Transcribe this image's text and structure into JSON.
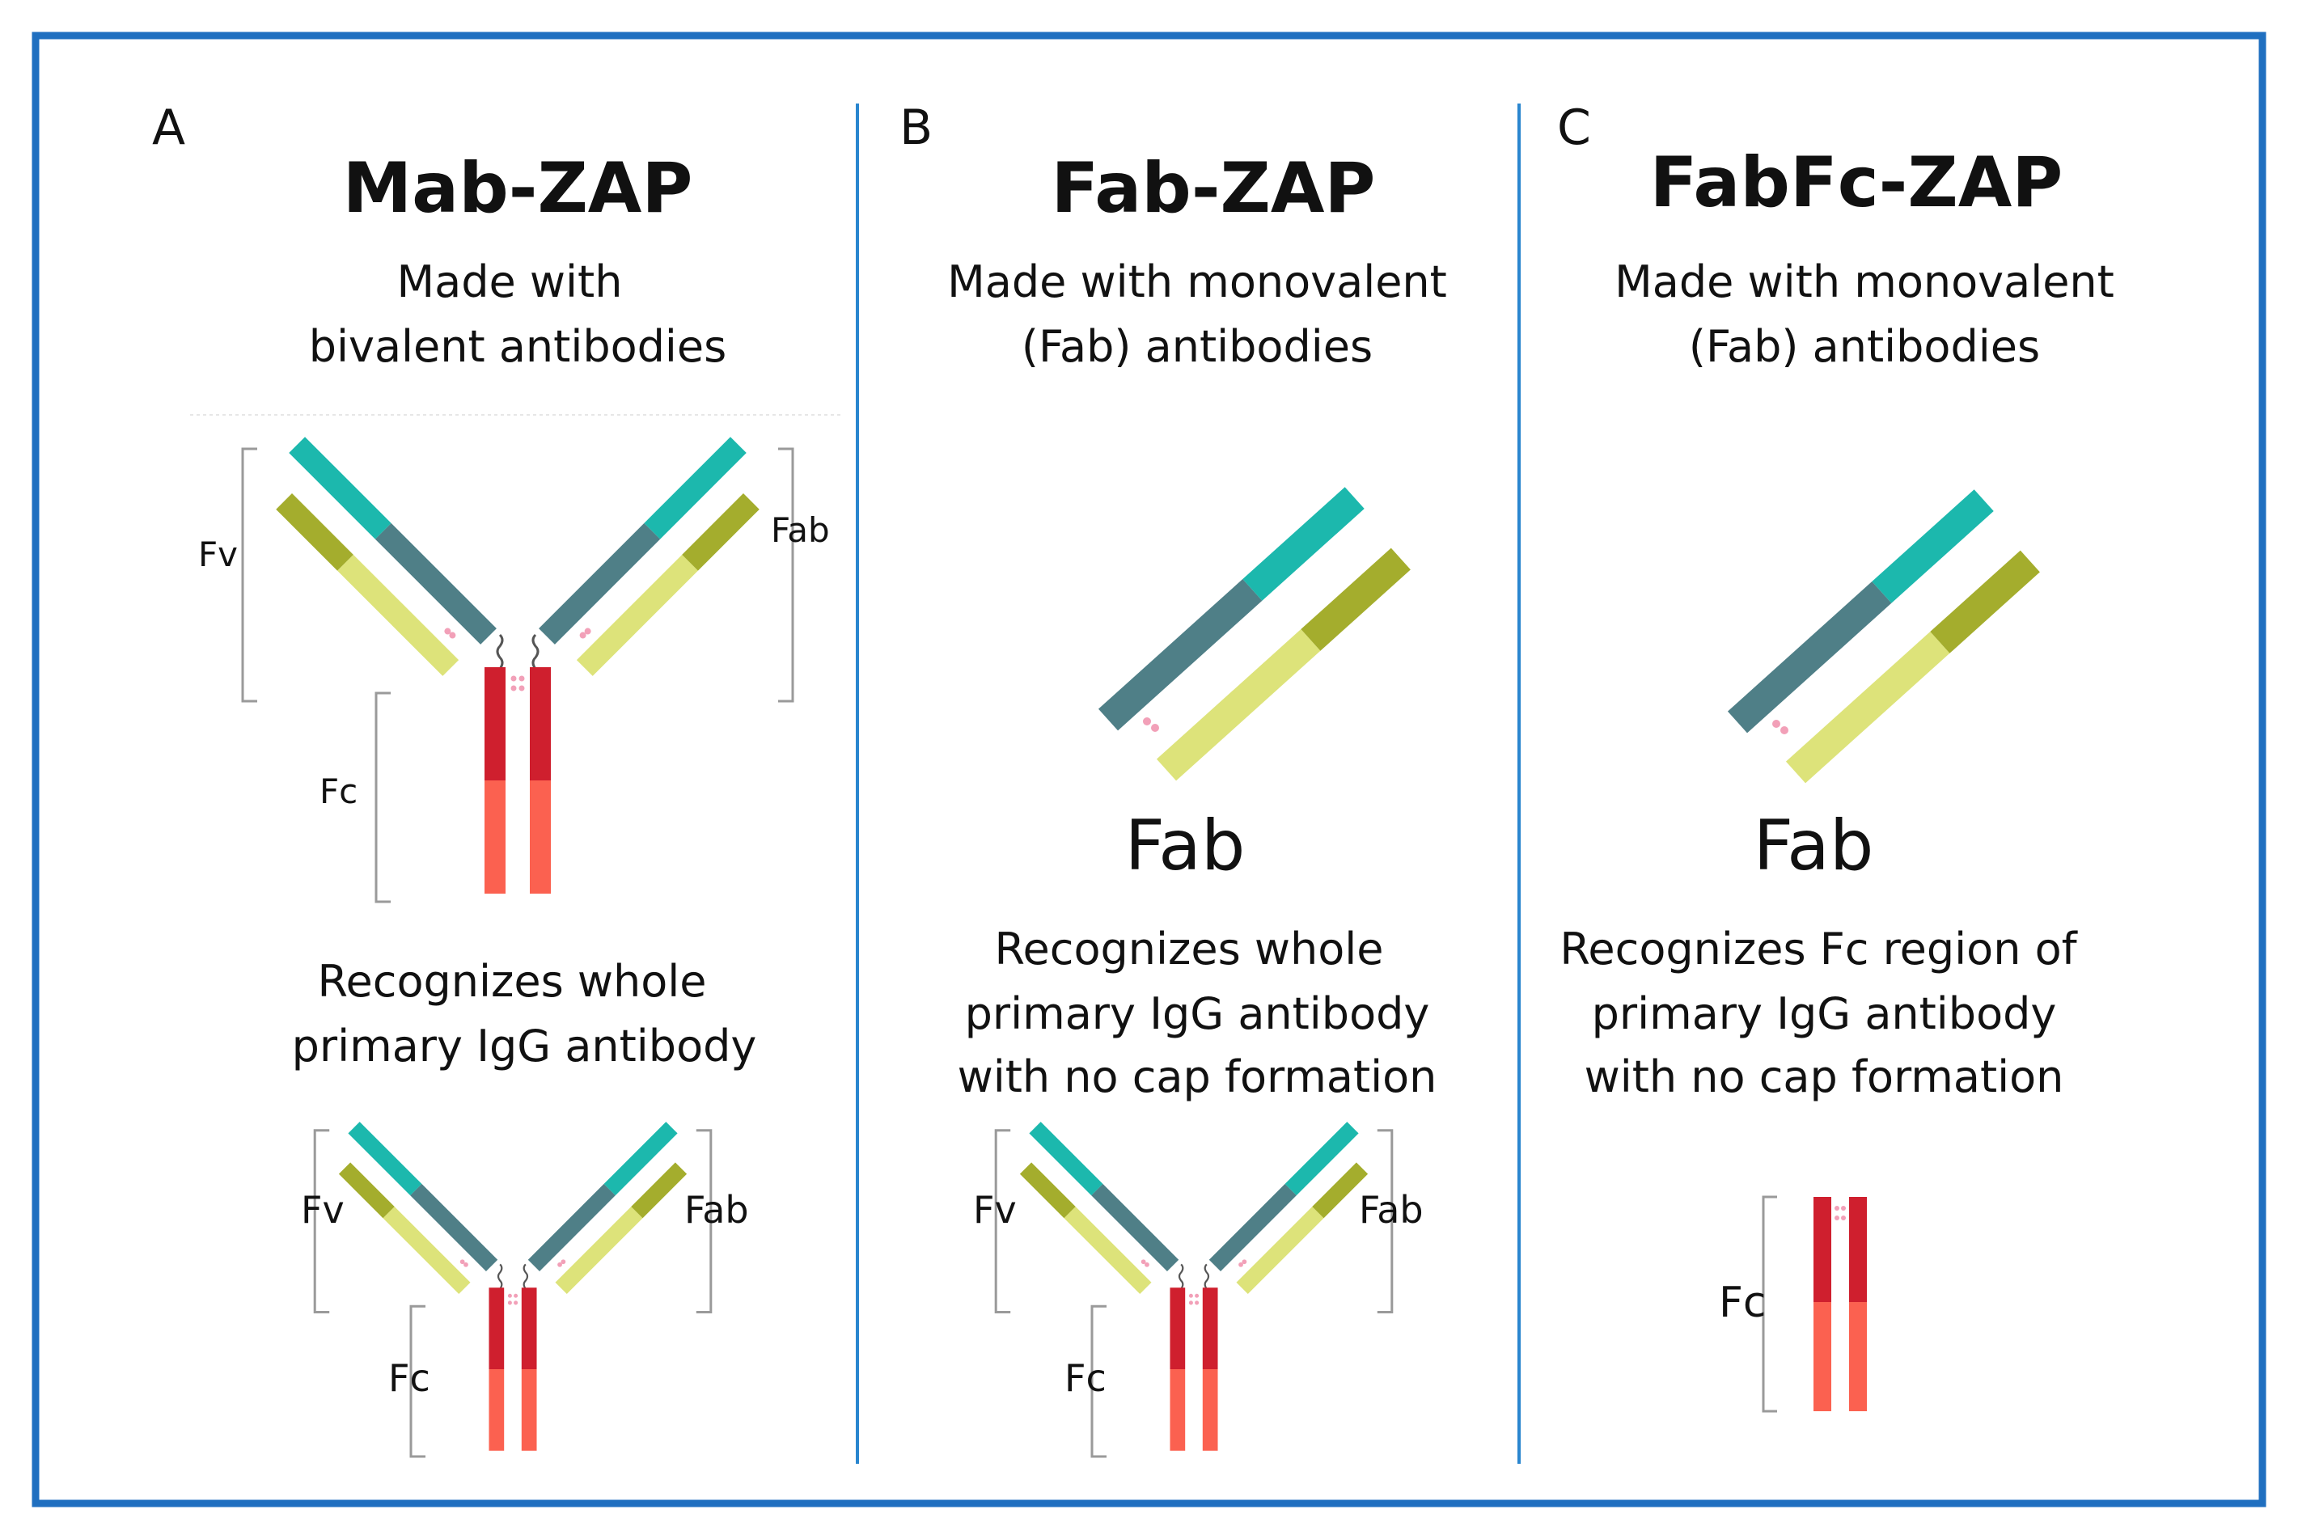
{
  "colors": {
    "frame": "#1f6fc0",
    "divider": "#2a86cf",
    "bracket": "#9a9a9a",
    "heavy_var": "#1cb8ad",
    "heavy_const": "#4f7f87",
    "light_var": "#a4ad2d",
    "light_const": "#dde37a",
    "fc_upper": "#cf1f2e",
    "fc_lower": "#fb6150",
    "disulfide": "#f2a0b8",
    "hinge": "#555555"
  },
  "panels": [
    {
      "letter": "A",
      "title": "Mab-ZAP",
      "subtitle": [
        "Made with",
        "bivalent antibodies"
      ],
      "reagent_labels": {
        "fv": "Fv",
        "fab": "Fab",
        "fc": "Fc"
      },
      "description": [
        "Recognizes whole",
        "primary IgG antibody"
      ],
      "target_labels": {
        "fv": "Fv",
        "fab": "Fab",
        "fc": "Fc"
      }
    },
    {
      "letter": "B",
      "title": "Fab-ZAP",
      "subtitle": [
        "Made with monovalent",
        "(Fab) antibodies"
      ],
      "fragment_label": "Fab",
      "description": [
        "Recognizes whole",
        "primary IgG antibody",
        "with no cap formation"
      ],
      "target_labels": {
        "fv": "Fv",
        "fab": "Fab",
        "fc": "Fc"
      }
    },
    {
      "letter": "C",
      "title": "FabFc-ZAP",
      "subtitle": [
        "Made with monovalent",
        "(Fab) antibodies"
      ],
      "fragment_label": "Fab",
      "description": [
        "Recognizes Fc region of",
        "primary IgG antibody",
        "with no cap formation"
      ],
      "target_labels": {
        "fc": "Fc"
      }
    }
  ]
}
